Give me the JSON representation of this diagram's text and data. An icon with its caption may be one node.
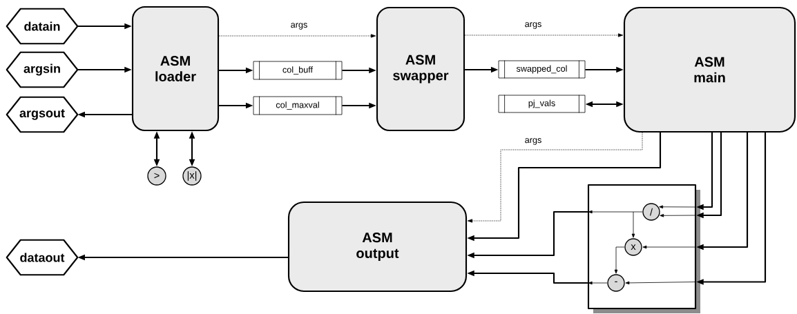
{
  "diagram": {
    "nodes": [
      {
        "text": [
          "datain"
        ]
      },
      {
        "text": [
          "argsin"
        ]
      },
      {
        "text": [
          "argsout"
        ]
      },
      {
        "text": [
          "ASM loader"
        ]
      },
      {
        "text": [
          "col_buff"
        ]
      },
      {
        "text": [
          "col_maxval"
        ]
      },
      {
        "text": [
          ">"
        ]
      },
      {
        "text": [
          "|x|"
        ]
      },
      {
        "text": [
          "ASM swapper"
        ]
      },
      {
        "text": [
          "swapped_col"
        ]
      },
      {
        "text": [
          "pj_vals"
        ]
      },
      {
        "text": [
          "ASM main"
        ]
      },
      {
        "text": [
          "ASM output"
        ]
      },
      {
        "text": [],
        "shape": "box"
      },
      {
        "text": [
          "/"
        ],
        "in": 13
      },
      {
        "text": [
          "x"
        ],
        "in": 13
      },
      {
        "text": [
          "-"
        ],
        "in": 13
      },
      {
        "text": [
          "dataout"
        ]
      }
    ],
    "edges": [
      {
        "from": 0,
        "to": 3,
        "arrow": "to"
      },
      {
        "from": 1,
        "to": 3,
        "arrow": "to"
      },
      {
        "from": 3,
        "to": 2,
        "arrow": "to"
      },
      {
        "from": 3,
        "to": 6,
        "arrow": "both"
      },
      {
        "from": 3,
        "to": 7,
        "arrow": "both"
      },
      {
        "from": 3,
        "to": 8,
        "arrow": "to",
        "style": "dashed",
        "label": "args"
      },
      {
        "from": 3,
        "to": 4,
        "arrow": "to"
      },
      {
        "from": 4,
        "to": 8,
        "arrow": "to"
      },
      {
        "from": 3,
        "to": 5,
        "arrow": "to"
      },
      {
        "from": 5,
        "to": 8,
        "arrow": "to"
      },
      {
        "from": 8,
        "to": 11,
        "arrow": "to",
        "style": "dashed",
        "label": "args"
      },
      {
        "from": 8,
        "to": 9,
        "arrow": "to"
      },
      {
        "from": 9,
        "to": 11,
        "arrow": "to"
      },
      {
        "from": 10,
        "to": 11,
        "arrow": "both"
      },
      {
        "from": 11,
        "to": 12,
        "arrow": "to",
        "style": "dashed",
        "label": "args"
      },
      {
        "from": 11,
        "to": 12,
        "arrow": "to"
      },
      {
        "from": 11,
        "to": 13,
        "arrow": "to"
      },
      {
        "from": 11,
        "to": 13,
        "arrow": "to"
      },
      {
        "from": 11,
        "to": 13,
        "arrow": "to"
      },
      {
        "from": 11,
        "to": 13,
        "arrow": "to"
      },
      {
        "from": 13,
        "to": 14,
        "arrow": "to"
      },
      {
        "from": 13,
        "to": 14,
        "arrow": "to"
      },
      {
        "from": 13,
        "to": 15,
        "arrow": "to"
      },
      {
        "from": 13,
        "to": 16,
        "arrow": "to"
      },
      {
        "from": 14,
        "to": 13,
        "arrow": "to"
      },
      {
        "from": 14,
        "to": 15,
        "arrow": "to"
      },
      {
        "from": 15,
        "to": 16,
        "arrow": "to"
      },
      {
        "from": 16,
        "to": 13,
        "arrow": "to"
      },
      {
        "from": 13,
        "to": 12,
        "arrow": "to"
      },
      {
        "from": 13,
        "to": 12,
        "arrow": "to"
      },
      {
        "from": 12,
        "to": 17,
        "arrow": "to"
      }
    ]
  }
}
